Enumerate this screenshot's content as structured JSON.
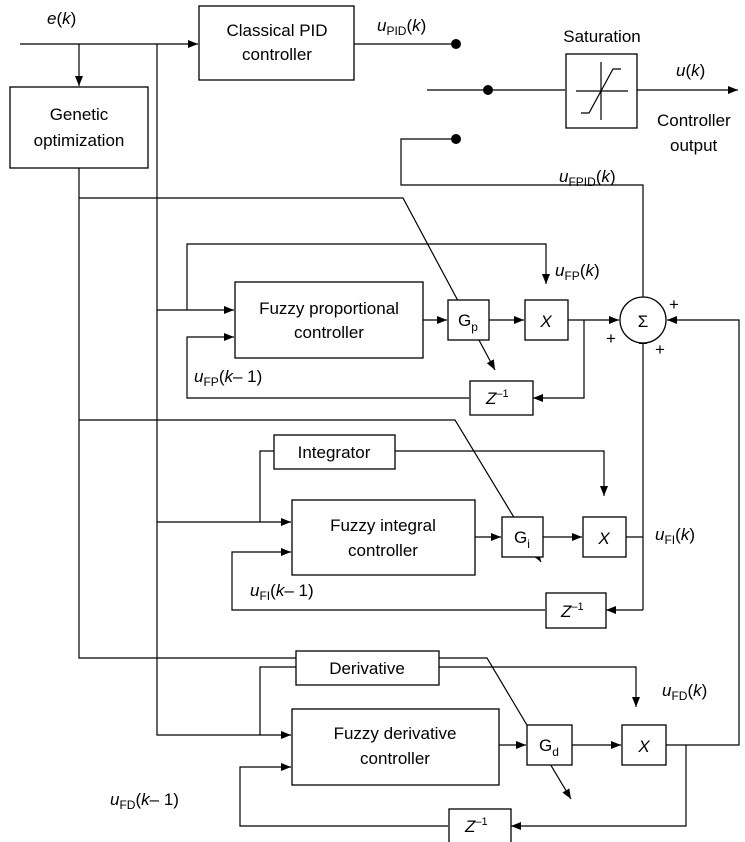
{
  "signals": {
    "e": {
      "v": "e",
      "a": "(",
      "b": "k",
      "c": ")"
    },
    "u_pid": {
      "v": "u",
      "s": "PID",
      "a": "(",
      "b": "k",
      "c": ")"
    },
    "u": {
      "v": "u",
      "a": "(",
      "b": "k",
      "c": ")"
    },
    "u_fpid": {
      "v": "u",
      "s": "FPID",
      "a": "(",
      "b": "k",
      "c": ")"
    },
    "u_fp": {
      "v": "u",
      "s": "FP",
      "a": "(",
      "b": "k",
      "c": ")"
    },
    "u_fp_prev": {
      "v": "u",
      "s": "FP",
      "a": "(",
      "b": "k",
      "m": "– 1",
      "c": ")"
    },
    "u_fi": {
      "v": "u",
      "s": "FI",
      "a": "(",
      "b": "k",
      "c": ")"
    },
    "u_fi_prev": {
      "v": "u",
      "s": "FI",
      "a": "(",
      "b": "k",
      "m": "– 1",
      "c": ")"
    },
    "u_fd": {
      "v": "u",
      "s": "FD",
      "a": "(",
      "b": "k",
      "c": ")"
    },
    "u_fd_prev": {
      "v": "u",
      "s": "FD",
      "a": "(",
      "b": "k",
      "m": "– 1",
      "c": ")"
    }
  },
  "blocks": {
    "pid": [
      "Classical PID",
      "controller"
    ],
    "genetic": [
      "Genetic",
      "optimization"
    ],
    "fuzzy_p": [
      "Fuzzy proportional",
      "controller"
    ],
    "fuzzy_i": [
      "Fuzzy integral",
      "controller"
    ],
    "fuzzy_d": [
      "Fuzzy derivative",
      "controller"
    ],
    "integrator": "Integrator",
    "derivative": "Derivative",
    "saturation": "Saturation",
    "output": [
      "Controller",
      "output"
    ]
  },
  "gains": {
    "gp": {
      "g": "G",
      "s": "p"
    },
    "gi": {
      "g": "G",
      "s": "i"
    },
    "gd": {
      "g": "G",
      "s": "d"
    }
  },
  "ops": {
    "mult": "X",
    "sum": "Σ",
    "delay": {
      "z": "Z",
      "e": "–1"
    },
    "plus": "+"
  }
}
